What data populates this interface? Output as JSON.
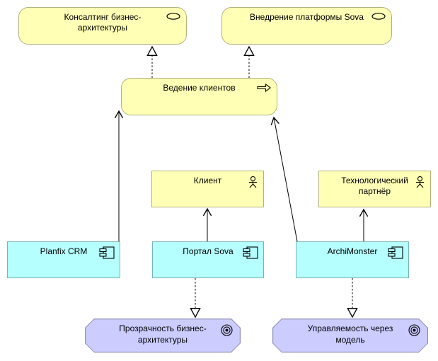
{
  "diagram_title": "ArchiMate view",
  "colors": {
    "background": "#FFFFFF",
    "business_fill": "#FFFFB5",
    "business_border": "#B2B27E",
    "application_fill": "#B5FFFF",
    "application_border": "#7EB2B2",
    "motivation_fill": "#CCCCFF",
    "motivation_border": "#8E8EB2",
    "connector": "#000000"
  },
  "nodes": {
    "svc_consulting": {
      "type": "business-service",
      "label": "Консалтинг бизнес-\nархитектуры",
      "icon": "service-oval-icon"
    },
    "svc_sova": {
      "type": "business-service",
      "label": "Внедрение платформы Sova",
      "icon": "service-oval-icon"
    },
    "proc_clients": {
      "type": "business-process",
      "label": "Ведение клиентов",
      "icon": "process-arrow-icon"
    },
    "actor_client": {
      "type": "business-actor",
      "label": "Клиент",
      "icon": "actor-icon"
    },
    "actor_partner": {
      "type": "business-actor",
      "label": "Технологический\nпартнёр",
      "icon": "actor-icon"
    },
    "app_planfix": {
      "type": "application-component",
      "label": "Planfix CRM",
      "icon": "component-icon"
    },
    "app_portal": {
      "type": "application-component",
      "label": "Портал Sova",
      "icon": "component-icon"
    },
    "app_archimonster": {
      "type": "application-component",
      "label": "ArchiMonster",
      "icon": "component-icon"
    },
    "goal_transparency": {
      "type": "goal",
      "label": "Прозрачность бизнес-\nархитектуры",
      "icon": "goal-target-icon"
    },
    "goal_manageability": {
      "type": "goal",
      "label": "Управляемость через\nмодель",
      "icon": "goal-target-icon"
    }
  },
  "relationships": [
    {
      "type": "realization",
      "from": "proc_clients",
      "to": "svc_consulting",
      "style": "dashed-hollow-triangle"
    },
    {
      "type": "realization",
      "from": "proc_clients",
      "to": "svc_sova",
      "style": "dashed-hollow-triangle"
    },
    {
      "type": "serving",
      "from": "app_planfix",
      "to": "proc_clients",
      "style": "solid-open-arrow"
    },
    {
      "type": "serving",
      "from": "app_portal",
      "to": "actor_client",
      "style": "solid-open-arrow"
    },
    {
      "type": "serving",
      "from": "app_archimonster",
      "to": "proc_clients",
      "style": "solid-open-arrow"
    },
    {
      "type": "serving",
      "from": "app_archimonster",
      "to": "actor_partner",
      "style": "solid-open-arrow"
    },
    {
      "type": "realization",
      "from": "app_portal",
      "to": "goal_transparency",
      "style": "dashed-hollow-triangle"
    },
    {
      "type": "realization",
      "from": "app_archimonster",
      "to": "goal_manageability",
      "style": "dashed-hollow-triangle"
    }
  ]
}
